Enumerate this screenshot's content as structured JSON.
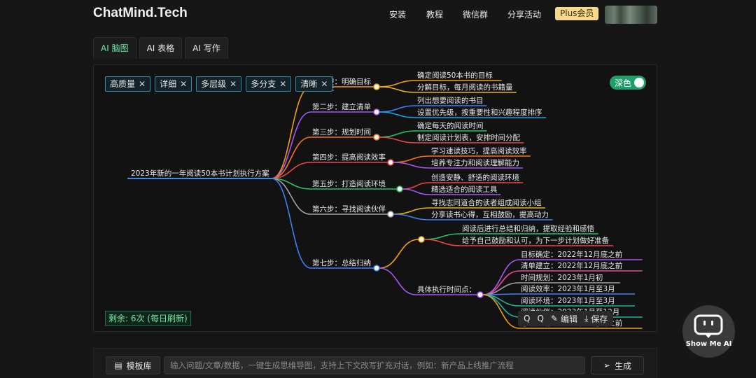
{
  "header": {
    "logo": "ChatMind.Tech",
    "nav": [
      "安装",
      "教程",
      "微信群",
      "分享活动"
    ],
    "plus": "Plus会员"
  },
  "tabs": [
    "AI 脑图",
    "AI 表格",
    "AI 写作"
  ],
  "chips": [
    "高质量",
    "详细",
    "多层级",
    "多分支",
    "清晰"
  ],
  "theme_toggle": {
    "label": "深色",
    "on": true
  },
  "remaining": "剩余: 6次 (每日刷新)",
  "toolbar": {
    "q1": "Q",
    "q2": "Q",
    "edit": "编辑",
    "save": "保存"
  },
  "input": {
    "template_button": "模板库",
    "placeholder": "输入问题/文章/数据，一键生成思维导图，支持上下文改写扩充对话，例如：新产品上线推广流程",
    "generate_button": "生成"
  },
  "bot": {
    "label": "Show Me AI"
  },
  "colors": {
    "accent": "#6ee7a4",
    "root_line": "#3a8ee6",
    "branch_orange": "#f59e0b",
    "branch_purple": "#a855f7",
    "branch_green": "#22c55e",
    "branch_red": "#ef4444",
    "branch_teal": "#14b8a6",
    "branch_pink": "#ec4899"
  },
  "mindmap": {
    "root": "2023年新的一年阅读50本书计划执行方案",
    "branches": [
      {
        "label": "第一步：明确目标",
        "color": "#f59e0b",
        "children": [
          {
            "label": "确定阅读50本书的目标",
            "color": "#f59e0b"
          },
          {
            "label": "分解目标，每月阅读的书籍量",
            "color": "#eab308"
          }
        ]
      },
      {
        "label": "第二步：建立清单",
        "color": "#a855f7",
        "children": [
          {
            "label": "列出想要阅读的书目",
            "color": "#3b82f6"
          },
          {
            "label": "设置优先级，按重要性和兴趣程度排序",
            "color": "#0ea5e9"
          }
        ]
      },
      {
        "label": "第三步：规划时间",
        "color": "#f97316",
        "children": [
          {
            "label": "确定每天的阅读时间",
            "color": "#22c55e"
          },
          {
            "label": "制定阅读计划表，安排时间分配",
            "color": "#ef4444"
          }
        ]
      },
      {
        "label": "第四步：提高阅读效率",
        "color": "#ef4444",
        "children": [
          {
            "label": "学习速读技巧，提高阅读效率",
            "color": "#f97316"
          },
          {
            "label": "培养专注力和阅读理解能力",
            "color": "#a855f7"
          }
        ]
      },
      {
        "label": "第五步：打造阅读环境",
        "color": "#22c55e",
        "children": [
          {
            "label": "创造安静、舒适的阅读环境",
            "color": "#ef4444"
          },
          {
            "label": "精选适合的阅读工具",
            "color": "#a855f7"
          }
        ]
      },
      {
        "label": "第六步：寻找阅读伙伴",
        "color": "#9ca3af",
        "children": [
          {
            "label": "寻找志同道合的读者组成阅读小组",
            "color": "#eab308"
          },
          {
            "label": "分享读书心得，互相鼓励，提高动力",
            "color": "#3b82f6"
          }
        ]
      },
      {
        "label": "第七步：总结归纳",
        "color": "#3b82f6",
        "sub_label_hidden": "",
        "groups": [
          {
            "label": "",
            "color": "#f59e0b",
            "children": [
              {
                "label": "阅读后进行总结和归纳，提取经验和感悟",
                "color": "#22c55e"
              },
              {
                "label": "给予自己鼓励和认可，为下一步计划做好准备",
                "color": "#ef4444"
              }
            ]
          },
          {
            "label": "具体执行时间点：",
            "color": "#a855f7",
            "children": [
              {
                "label": "目标确定：2022年12月底之前",
                "color": "#a855f7"
              },
              {
                "label": "清单建立：2022年12月底之前",
                "color": "#ec4899"
              },
              {
                "label": "时间规划：2023年1月初",
                "color": "#9ca3af"
              },
              {
                "label": "阅读效率：2023年1月至3月",
                "color": "#3b82f6"
              },
              {
                "label": "阅读环境：2023年1月至3月",
                "color": "#14b8a6"
              },
              {
                "label": "阅读伙伴：2023年1月至12月",
                "color": "#14b8a6"
              },
              {
                "label": "总结归纳：2023年12月底之前",
                "color": "#f59e0b"
              }
            ]
          }
        ]
      }
    ]
  }
}
